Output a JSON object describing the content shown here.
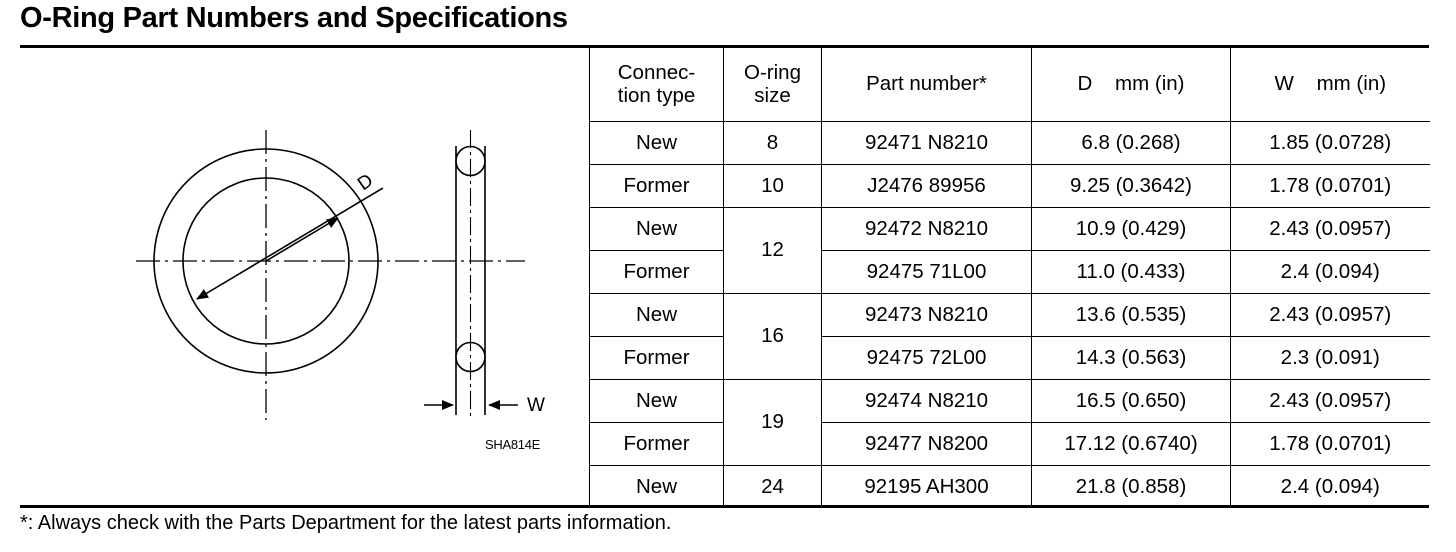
{
  "title": "O-Ring Part Numbers and Specifications",
  "figure": {
    "label_d": "D",
    "label_w": "W",
    "code": "SHA814E"
  },
  "table": {
    "headers": {
      "connection_type": "Connec-\ntion type",
      "oring_size": "O-ring\nsize",
      "part_number": "Part number*",
      "d": "D    mm (in)",
      "w": "W    mm (in)"
    },
    "rows": [
      {
        "type": "New",
        "size": "8",
        "part": "92471 N8210",
        "d": "6.8 (0.268)",
        "w": "1.85 (0.0728)"
      },
      {
        "type": "Former",
        "size": "10",
        "part": "J2476 89956",
        "d": "9.25 (0.3642)",
        "w": "1.78 (0.0701)"
      },
      {
        "type": "New",
        "size": "12",
        "part": "92472 N8210",
        "d": "10.9 (0.429)",
        "w": "2.43 (0.0957)"
      },
      {
        "type": "Former",
        "size": "12",
        "part": "92475 71L00",
        "d": "11.0 (0.433)",
        "w": "2.4 (0.094)"
      },
      {
        "type": "New",
        "size": "16",
        "part": "92473 N8210",
        "d": "13.6 (0.535)",
        "w": "2.43 (0.0957)"
      },
      {
        "type": "Former",
        "size": "16",
        "part": "92475 72L00",
        "d": "14.3 (0.563)",
        "w": "2.3 (0.091)"
      },
      {
        "type": "New",
        "size": "19",
        "part": "92474 N8210",
        "d": "16.5 (0.650)",
        "w": "2.43 (0.0957)"
      },
      {
        "type": "Former",
        "size": "19",
        "part": "92477 N8200",
        "d": "17.12 (0.6740)",
        "w": "1.78 (0.0701)"
      },
      {
        "type": "New",
        "size": "24",
        "part": "92195 AH300",
        "d": "21.8 (0.858)",
        "w": "2.4 (0.094)"
      }
    ]
  },
  "footnote": "*: Always check with the Parts Department for the latest parts information."
}
